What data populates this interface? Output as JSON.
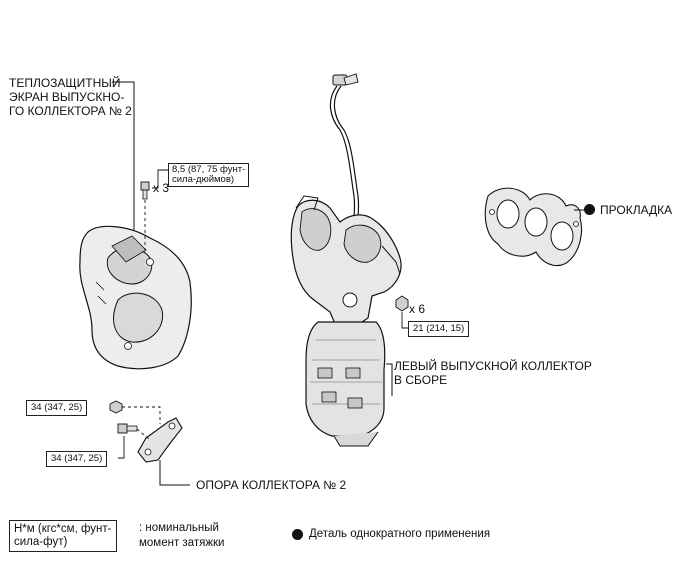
{
  "labels": {
    "heat_shield": [
      "ТЕПЛОЗАЩИТНЫЙ",
      "ЭКРАН ВЫПУСКНО-",
      "ГО КОЛЛЕКТОРА № 2"
    ],
    "gasket": "ПРОКЛАДКА",
    "manifold": [
      "ЛЕВЫЙ ВЫПУСКНОЙ КОЛЛЕКТОР",
      "В СБОРЕ"
    ],
    "support": "ОПОРА КОЛЛЕКТОРА № 2"
  },
  "torque": {
    "shield_bolts": [
      "8,5 (87, 75 фунт-",
      "сила-дюймов)"
    ],
    "shield_qty": "x 3",
    "manifold_nuts": "21 (214, 15)",
    "manifold_qty": "x 6",
    "support_nut": "34 (347, 25)",
    "support_bolt": "34 (347, 25)"
  },
  "legend": {
    "unit_box": [
      "Н*м (кгс*см, фунт-",
      "сила-фут)"
    ],
    "unit_desc": [
      ": номинальный",
      "момент затяжки"
    ],
    "single_use": "Деталь однократного применения"
  },
  "colors": {
    "line": "#111111",
    "part_fill": "#e6e6e6",
    "part_dark": "#9a9a9a"
  }
}
